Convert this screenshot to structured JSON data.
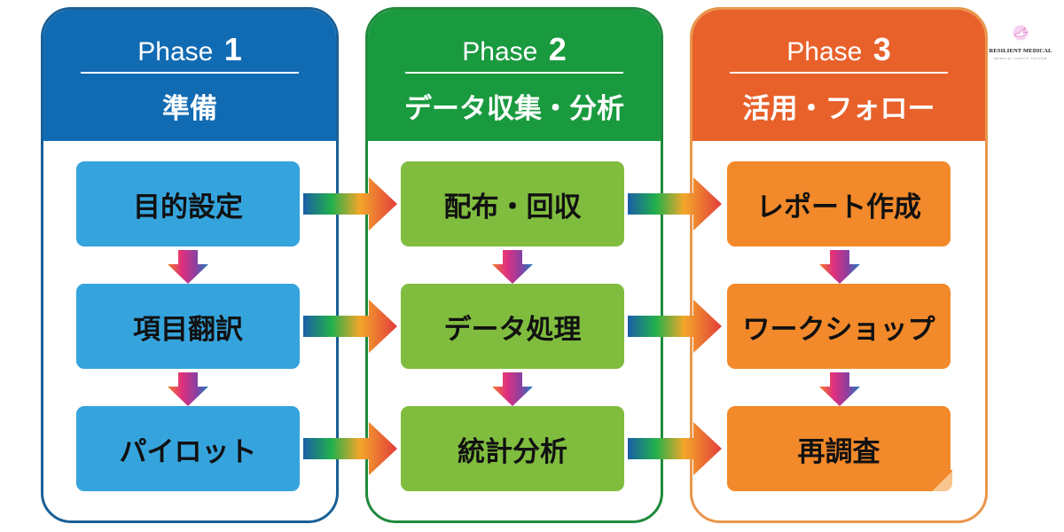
{
  "diagram": {
    "phases": [
      {
        "id": "phase-1",
        "label": "Phase",
        "number": "1",
        "subtitle": "準備",
        "header_color": "#116bb3",
        "step_color": "#35a4dd",
        "steps": [
          "目的設定",
          "項目翻訳",
          "パイロット"
        ]
      },
      {
        "id": "phase-2",
        "label": "Phase",
        "number": "2",
        "subtitle": "データ収集・分析",
        "header_color": "#1a9a3f",
        "step_color": "#80bd3f",
        "steps": [
          "配布・回収",
          "データ処理",
          "統計分析"
        ]
      },
      {
        "id": "phase-3",
        "label": "Phase",
        "number": "3",
        "subtitle": "活用・フォロー",
        "header_color": "#e8612b",
        "step_color": "#f2892a",
        "steps": [
          "レポート作成",
          "ワークショップ",
          "再調査"
        ]
      }
    ],
    "flows": {
      "horizontal": "left-to-right between phases on each row",
      "vertical": "top-to-bottom within each phase"
    }
  },
  "logo": {
    "name": "RESILIENT MEDICAL",
    "tagline": "MEDICAL SAFETY SYSTEM",
    "icon": "dove-icon"
  }
}
